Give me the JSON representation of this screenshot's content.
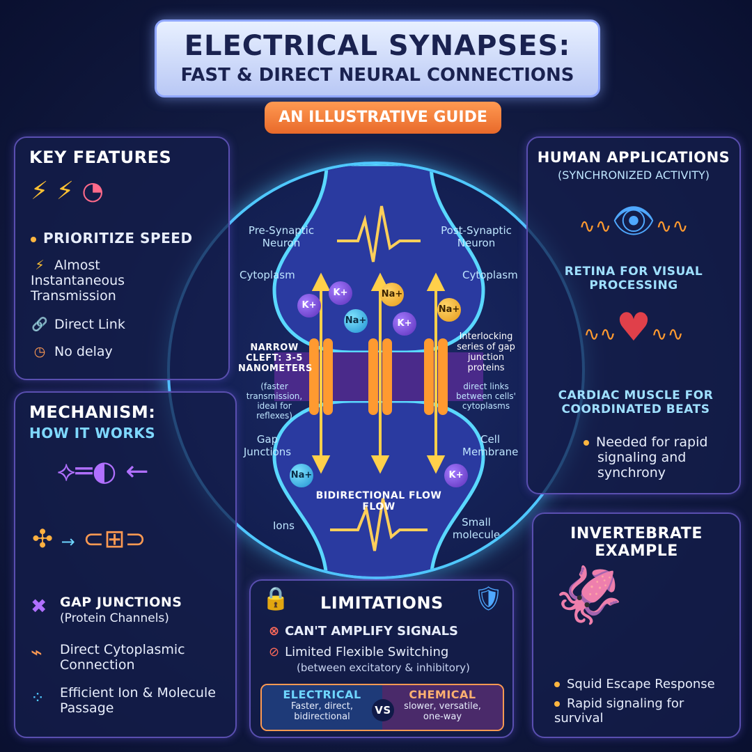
{
  "header": {
    "title": "ELECTRICAL SYNAPSES:",
    "subtitle": "FAST & DIRECT NEURAL CONNECTIONS",
    "tag": "AN ILLUSTRATIVE GUIDE"
  },
  "key_features": {
    "title": "KEY FEATURES",
    "priority": "PRIORITIZE SPEED",
    "items": [
      "Almost Instantaneous Transmission",
      "Direct Link",
      "No delay"
    ]
  },
  "mechanism": {
    "title": "MECHANISM:",
    "subtitle": "HOW IT WORKS",
    "items": [
      {
        "label": "GAP JUNCTIONS",
        "sub": "(Protein Channels)"
      },
      {
        "label": "Direct Cytoplasmic Connection"
      },
      {
        "label": "Efficient Ion & Molecule Passage"
      }
    ]
  },
  "diagram": {
    "pre": "Pre-Synaptic Neuron",
    "post": "Post-Synaptic Neuron",
    "cyto_left": "Cytoplasm",
    "cyto_right": "Cytoplasm",
    "cleft_title": "NARROW CLEFT: 3-5 NANOMETERS",
    "cleft_note": "(faster transmission, ideal for reflexes)",
    "interlock_title": "Interlocking series of gap junction proteins",
    "interlock_note": "direct links between cells' cytoplasms",
    "gap": "Gap Junctions",
    "membrane": "Cell Membrane",
    "flow": "BIDIRECTIONAL FLOW FLOW",
    "ions": "Ions",
    "small": "Small molecule",
    "ion_labels": [
      "K+",
      "K+",
      "Na+",
      "Na+",
      "K+",
      "Na+",
      "Na+",
      "K+"
    ]
  },
  "human": {
    "title": "HUMAN APPLICATIONS",
    "subtitle": "(SYNCHRONIZED ACTIVITY)",
    "retina": "RETINA FOR VISUAL PROCESSING",
    "cardiac": "CARDIAC MUSCLE FOR COORDINATED BEATS",
    "note": "Needed for rapid signaling and synchrony"
  },
  "invertebrate": {
    "title": "INVERTEBRATE EXAMPLE",
    "items": [
      "Squid Escape Response",
      "Rapid signaling for survival"
    ]
  },
  "limitations": {
    "title": "LIMITATIONS",
    "items": [
      "CAN'T AMPLIFY SIGNALS",
      "Limited Flexible Switching"
    ],
    "note": "(between excitatory & inhibitory)",
    "electrical": "ELECTRICAL",
    "electrical_desc": "Faster, direct, bidirectional",
    "vs": "VS",
    "chemical": "CHEMICAL",
    "chemical_desc": "slower, versatile, one-way"
  },
  "colors": {
    "accent_orange": "#ff9a52",
    "accent_cyan": "#4fc8ff",
    "panel_border": "#5a4fb0",
    "background": "#111a40"
  }
}
